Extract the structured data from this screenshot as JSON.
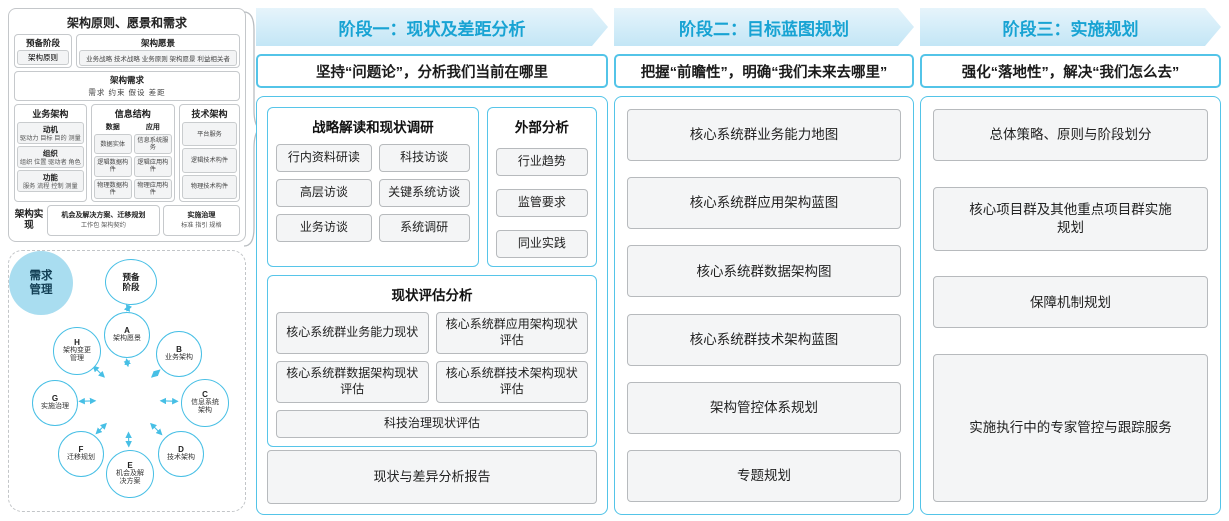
{
  "left_panel": {
    "title": "架构原则、愿景和需求",
    "prep": {
      "title": "预备阶段",
      "item": "架构原则"
    },
    "vision": {
      "title": "架构愿景",
      "items": "业务战略 技术战略 业务原则 架构愿景 利益相关者"
    },
    "requirements": {
      "title": "架构需求",
      "items": "需求  约束  假设  差距"
    },
    "business": {
      "title": "业务架构",
      "groups": [
        {
          "name": "动机",
          "desc": "驱动力 目标 目的 测量"
        },
        {
          "name": "组织",
          "desc": "组织 位置 驱动者 角色"
        },
        {
          "name": "功能",
          "desc": "服务 流程 控制 测量"
        }
      ]
    },
    "information": {
      "title": "信息结构",
      "data": {
        "name": "数据",
        "items": [
          "数据实体",
          "逻辑数据构件",
          "物理数据构件"
        ]
      },
      "application": {
        "name": "应用",
        "items": [
          "信息系统服务",
          "逻辑应用构件",
          "物理应用构件"
        ]
      }
    },
    "technology": {
      "title": "技术架构",
      "items": [
        "平台服务",
        "逻辑技术构件",
        "物理技术构件"
      ]
    },
    "implementation": {
      "label": "架构实现",
      "opportunity": {
        "name": "机会及解决方案、迁移规划",
        "desc": "工作包 架构契约"
      },
      "governance": {
        "name": "实施治理",
        "desc": "标准 指引 规格"
      }
    }
  },
  "adm": {
    "prep": "预备阶段",
    "center": "需求管理",
    "nodes": [
      {
        "letter": "A",
        "label": "架构愿景"
      },
      {
        "letter": "B",
        "label": "业务架构"
      },
      {
        "letter": "C",
        "label": "信息系统架构"
      },
      {
        "letter": "D",
        "label": "技术架构"
      },
      {
        "letter": "E",
        "label": "机会及解决方案"
      },
      {
        "letter": "F",
        "label": "迁移规划"
      },
      {
        "letter": "G",
        "label": "实施治理"
      },
      {
        "letter": "H",
        "label": "架构变更管理"
      }
    ]
  },
  "phase1": {
    "header": "阶段一：现状及差距分析",
    "subtitle": "坚持“问题论”，分析我们当前在哪里",
    "strategy": {
      "title": "战略解读和现状调研",
      "items": [
        "行内资料研读",
        "科技访谈",
        "高层访谈",
        "关键系统访谈",
        "业务访谈",
        "系统调研"
      ]
    },
    "external": {
      "title": "外部分析",
      "items": [
        "行业趋势",
        "监管要求",
        "同业实践"
      ]
    },
    "assessment": {
      "title": "现状评估分析",
      "items": [
        "核心系统群业务能力现状",
        "核心系统群应用架构现状评估",
        "核心系统群数据架构现状评估",
        "核心系统群技术架构现状评估"
      ],
      "wide": "科技治理现状评估"
    },
    "report": "现状与差异分析报告"
  },
  "phase2": {
    "header": "阶段二：目标蓝图规划",
    "subtitle": "把握“前瞻性”，明确“我们未来去哪里”",
    "items": [
      "核心系统群业务能力地图",
      "核心系统群应用架构蓝图",
      "核心系统群数据架构图",
      "核心系统群技术架构蓝图",
      "架构管控体系规划",
      "专题规划"
    ]
  },
  "phase3": {
    "header": "阶段三：实施规划",
    "subtitle": "强化“落地性”，解决“我们怎么去”",
    "items": [
      "总体策略、原则与阶段划分",
      "核心项目群及其他重点项目群实施规划",
      "保障机制规划",
      "实施执行中的专家管控与跟踪服务"
    ]
  },
  "colors": {
    "accent": "#18a3d3",
    "box_border": "#53c4e8",
    "gray_fill": "#f4f5f6"
  }
}
